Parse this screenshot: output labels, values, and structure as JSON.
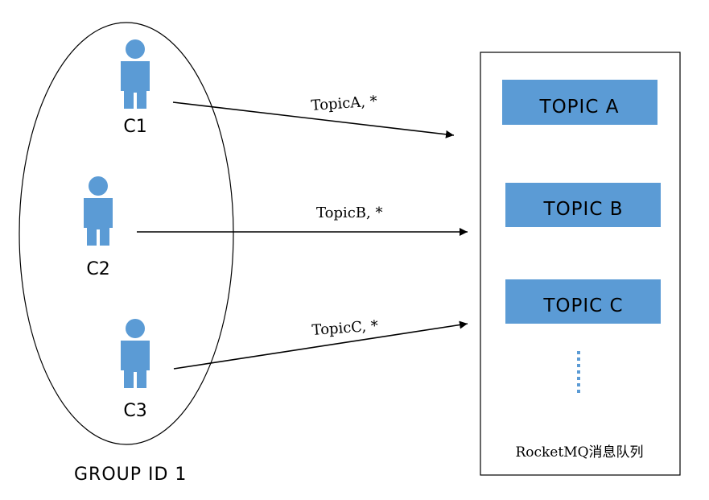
{
  "colors": {
    "accent": "#5b9bd5",
    "line": "#000000",
    "background": "#ffffff"
  },
  "group": {
    "label": "GROUP ID 1",
    "consumers": [
      {
        "label": "C1",
        "icon": "person-icon"
      },
      {
        "label": "C2",
        "icon": "person-icon"
      },
      {
        "label": "C3",
        "icon": "person-icon"
      }
    ]
  },
  "subscriptions": [
    {
      "label": "TopicA, *"
    },
    {
      "label": "TopicB, *"
    },
    {
      "label": "TopicC, *"
    }
  ],
  "queue": {
    "label": "RocketMQ消息队列",
    "topics": [
      {
        "label": "TOPIC A"
      },
      {
        "label": "TOPIC B"
      },
      {
        "label": "TOPIC C"
      }
    ]
  }
}
